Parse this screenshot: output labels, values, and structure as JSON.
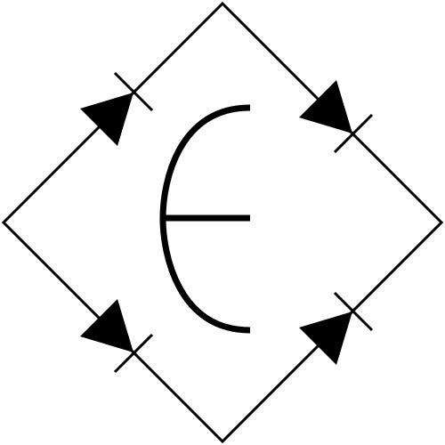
{
  "diagram": {
    "symbol": "bridge-rectifier",
    "colors": {
      "line": "#000000",
      "background": "#ffffff"
    },
    "diodes": [
      {
        "name": "diode-upper-left",
        "direction": "toward-top-corner"
      },
      {
        "name": "diode-upper-right",
        "direction": "toward-right-corner"
      },
      {
        "name": "diode-lower-left",
        "direction": "toward-bottom-corner"
      },
      {
        "name": "diode-lower-right",
        "direction": "toward-right-corner"
      }
    ],
    "center_glyph": "ac-source-symbol"
  }
}
